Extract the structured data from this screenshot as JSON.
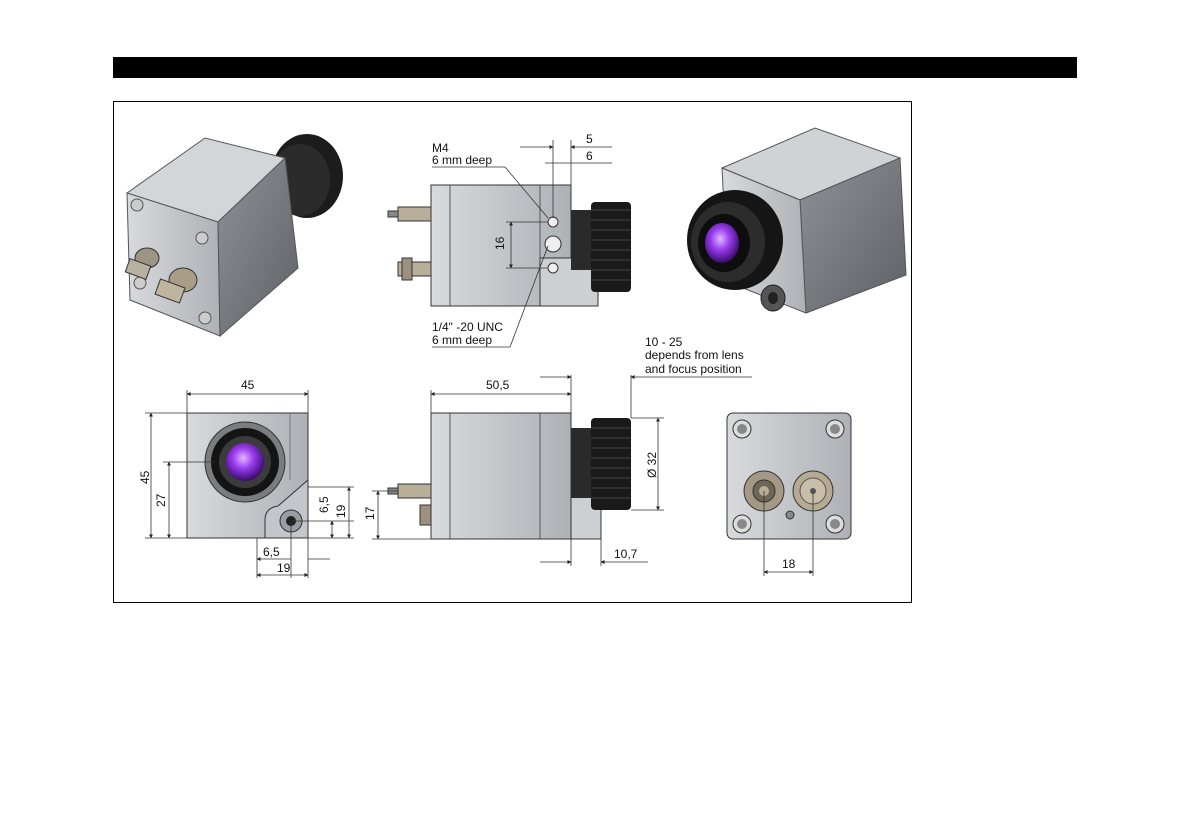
{
  "drawing": {
    "callouts": {
      "m4_thread": "M4",
      "m4_depth": "6 mm deep",
      "tripod_thread": "1/4\" -20 UNC",
      "tripod_depth": "6 mm deep",
      "lens_range": "10 - 25",
      "lens_note_1": "depends from lens",
      "lens_note_2": "and focus position"
    },
    "dimensions": {
      "d5": "5",
      "d6": "6",
      "d16": "16",
      "front_width": "45",
      "front_height": "45",
      "lens_center": "27",
      "foot_h_6_5": "6,5",
      "foot_h_19": "19",
      "foot_w_6_5": "6,5",
      "foot_w_19": "19",
      "body_length": "50,5",
      "lens_diameter": "Ø 32",
      "connector_height": "17",
      "foot_length": "10,7",
      "connector_spacing": "18"
    },
    "colors": {
      "housing": "#b9bcc0",
      "housing_dark": "#7d8186",
      "lens_glass": "#8a2be2",
      "lens_ring": "#1a1a1a",
      "connector_brass": "#b5a58a"
    }
  }
}
